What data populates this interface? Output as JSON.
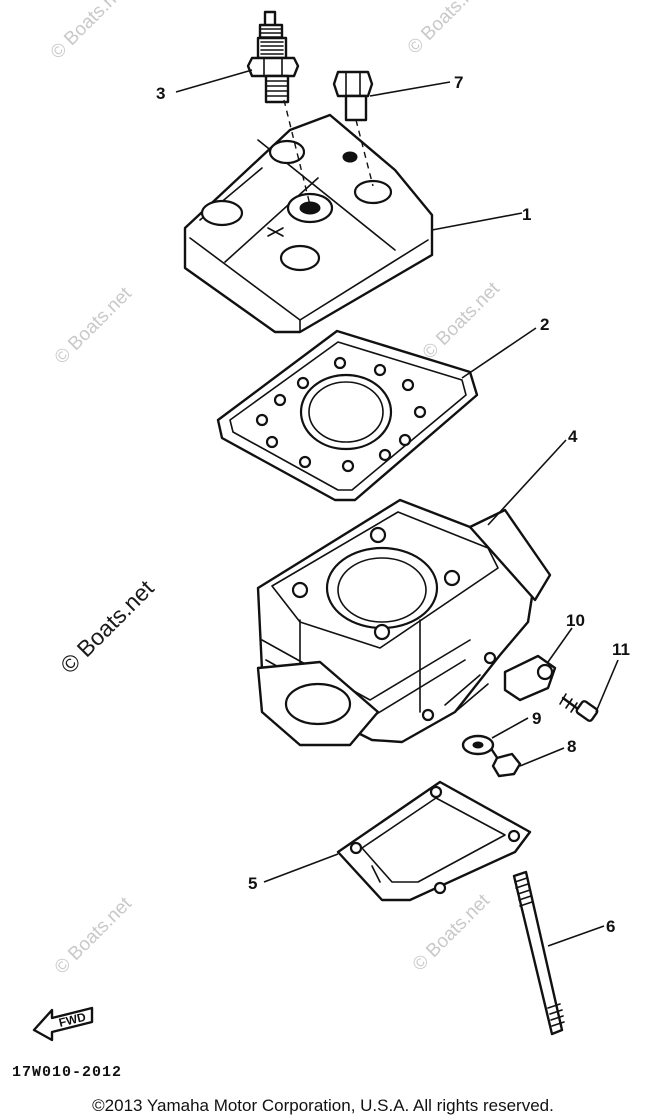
{
  "watermark": {
    "text": "© Boats.net",
    "color": "#c9c9c9",
    "side_text_color": "#1a1a1a"
  },
  "callouts": [
    "1",
    "2",
    "3",
    "4",
    "5",
    "6",
    "7",
    "8",
    "9",
    "10",
    "11"
  ],
  "fwd_label": "FWD",
  "diagram_code": "17W010-2012",
  "copyright": "©2013 Yamaha Motor Corporation, U.S.A. All rights reserved."
}
